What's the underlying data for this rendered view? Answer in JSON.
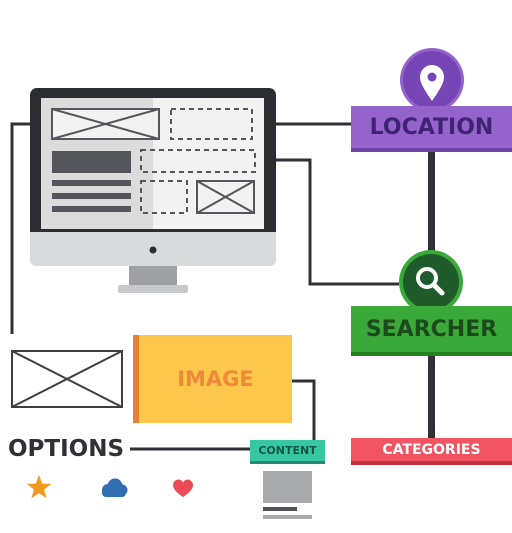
{
  "labels": {
    "location": "LOCATION",
    "searcher": "SEARCHER",
    "categories": "CATEGORIES",
    "image": "IMAGE",
    "content": "CONTENT",
    "options": "OPTIONS"
  },
  "icons": {
    "location": "location-pin-icon",
    "searcher": "magnifier-icon",
    "options": [
      "star-icon",
      "cloud-icon",
      "heart-icon"
    ]
  },
  "colors": {
    "location": "#9464cc",
    "searcher": "#3ba93a",
    "categories": "#f15561",
    "image": "#fcc74a",
    "content": "#36c7a2",
    "connector": "#2f3137",
    "star": "#f29a1f",
    "cloud": "#2f6eb0",
    "heart": "#e94a56"
  }
}
